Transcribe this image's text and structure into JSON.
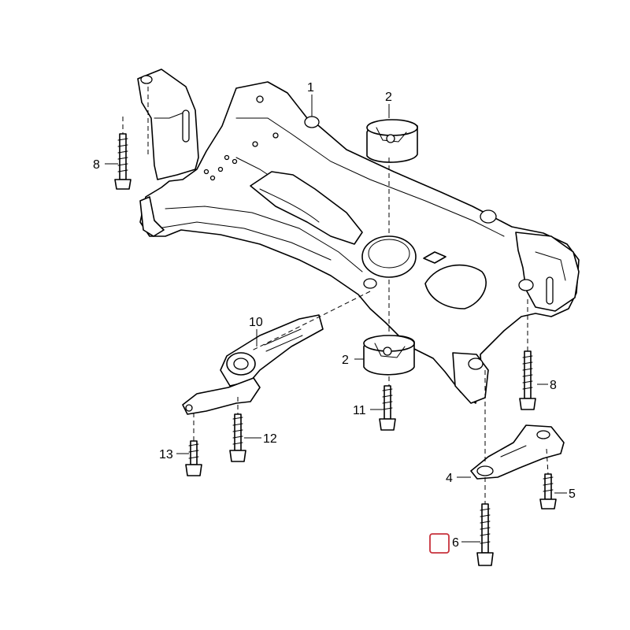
{
  "parts": {
    "p1": "1",
    "p2a": "2",
    "p2b": "2",
    "p4": "4",
    "p5": "5",
    "p6": "6",
    "p8a": "8",
    "p8b": "8",
    "p10": "10",
    "p11": "11",
    "p12": "12",
    "p13": "13"
  },
  "colors": {
    "line": "#000000",
    "background": "#ffffff",
    "highlight_box": "#c8323c"
  }
}
